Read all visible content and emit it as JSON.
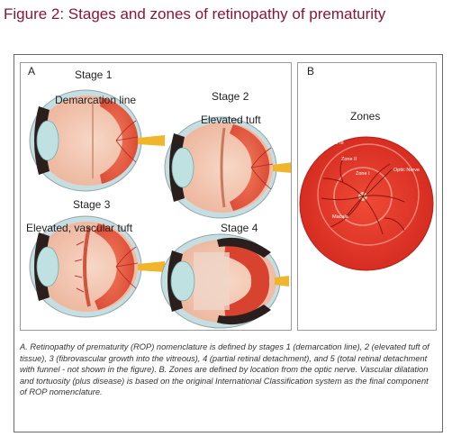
{
  "title": "Figure 2: Stages and zones of retinopathy of prematurity",
  "panel_a": {
    "label": "A",
    "stage1": {
      "title": "Stage 1",
      "sub": "Demarcation line"
    },
    "stage2": {
      "title": "Stage 2",
      "sub": "Elevated tuft"
    },
    "stage3": {
      "title": "Stage 3",
      "sub": "Elevated, vascular tuft"
    },
    "stage4": {
      "title": "Stage 4"
    }
  },
  "panel_b": {
    "label": "B",
    "heading": "Zones",
    "zone3": "Zone III",
    "zone2": "Zone II",
    "zone1": "Zone I",
    "optic_nerve": "Optic Nerve",
    "macula": "Macula"
  },
  "caption": "A. Retinopathy of prematurity (ROP) nomenclature is defined by stages 1 (demarcation line), 2 (elevated tuft of tissue), 3 (fibrovascular growth into the vitreous), 4 (partial retinal detachment), and 5 (total retinal detachment with funnel - not shown in the figure). B. Zones are defined by location from the optic nerve. Vascular dilatation and tortuosity (plus disease) is based on the original International Classification system as the final component of ROP nomenclature.",
  "colors": {
    "title": "#8a1538",
    "sclera": "#c8dde0",
    "eye_interior": "#f3c6b2",
    "retina": "#e8553f",
    "lens": "#bfe1e2",
    "iris": "#2a1f1c",
    "fundus": "#e8372a",
    "nerve": "#f0b52a"
  }
}
